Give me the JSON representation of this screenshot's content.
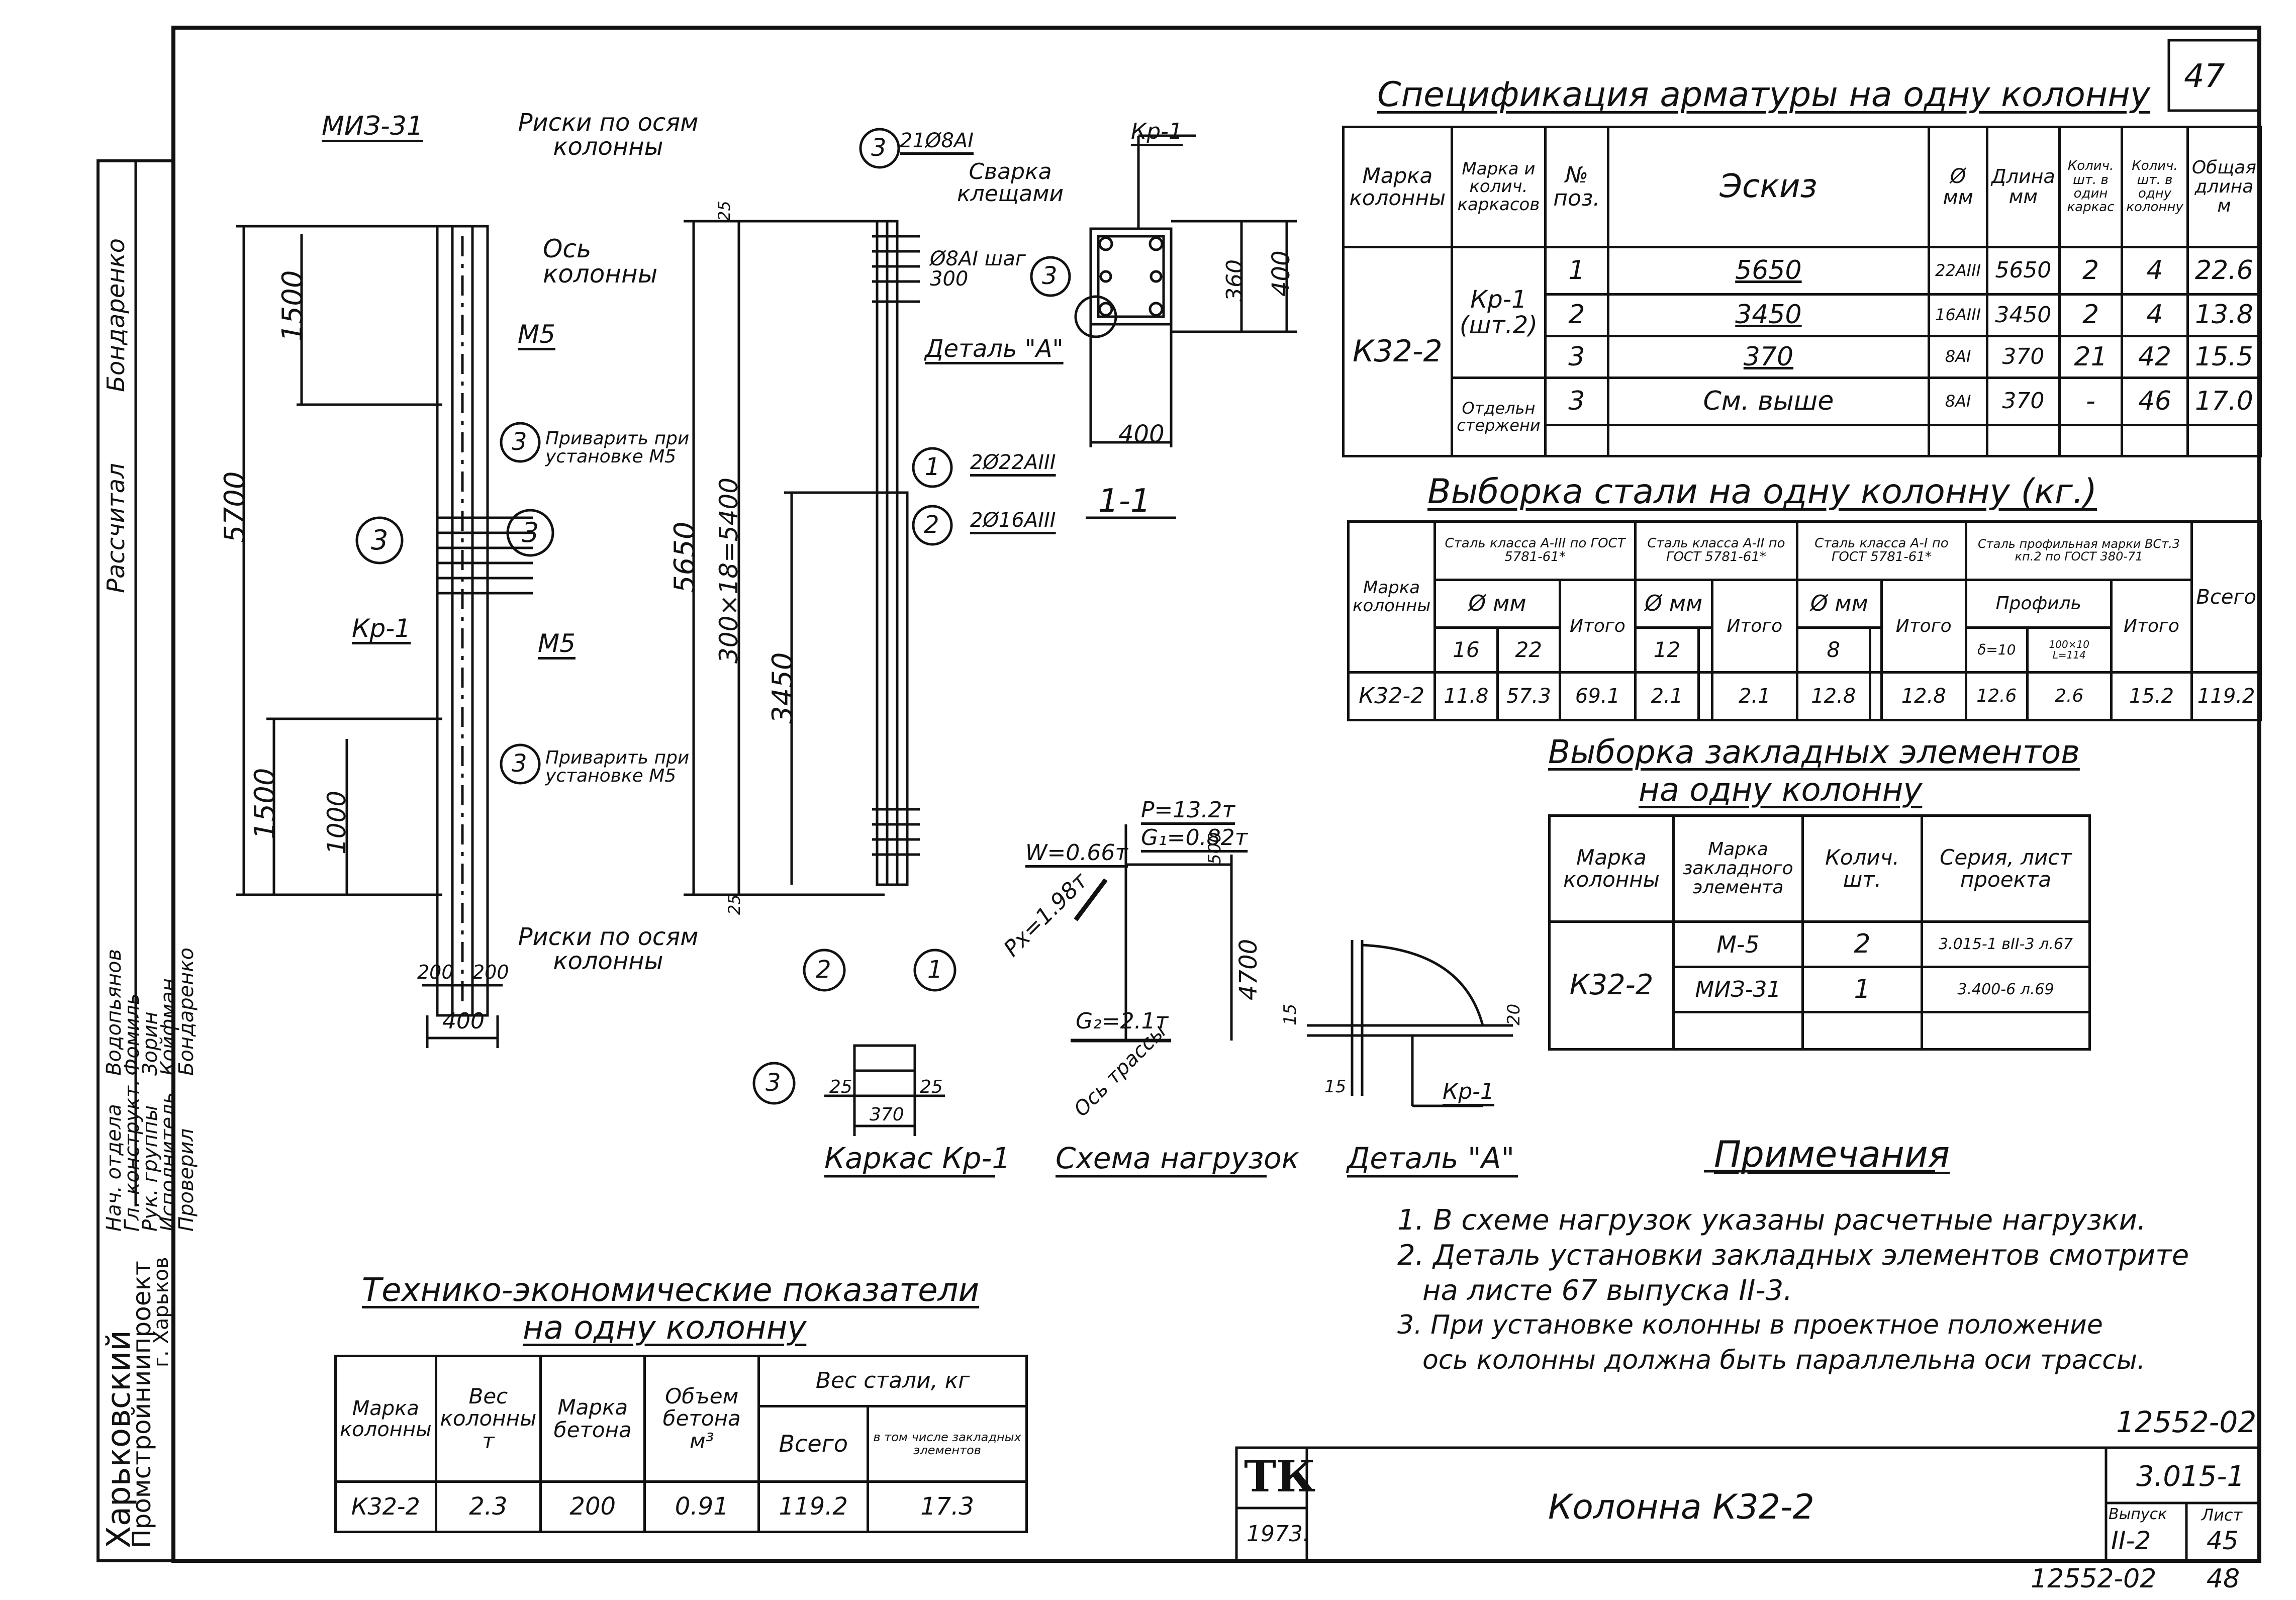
{
  "sheet_no_top": "47",
  "spec": {
    "title": "Спецификация арматуры на одну колонну",
    "headers": [
      "Марка колонны",
      "Марка и колич. каркасов",
      "№ поз.",
      "Эскиз",
      "Ø мм",
      "Длина мм",
      "Колич. шт. в один каркас",
      "Колич. шт. в одну колонну",
      "Общая длина м"
    ],
    "mark": "К32-2",
    "frame": "Кр-1",
    "frame_qty": "(шт.2)",
    "rows": [
      {
        "pos": "1",
        "sketch": "5650",
        "dia": "22АIII",
        "len": "5650",
        "q1": "2",
        "q2": "4",
        "total": "22.6"
      },
      {
        "pos": "2",
        "sketch": "3450",
        "dia": "16АIII",
        "len": "3450",
        "q1": "2",
        "q2": "4",
        "total": "13.8"
      },
      {
        "pos": "3",
        "sketch": "370",
        "dia": "8АI",
        "len": "370",
        "q1": "21",
        "q2": "42",
        "total": "15.5"
      },
      {
        "pos": "3",
        "sketch": "См. выше",
        "dia": "8АI",
        "len": "370",
        "q1": "-",
        "q2": "46",
        "total": "17.0"
      }
    ],
    "separate": "Отдельн стержени"
  },
  "steel": {
    "title": "Выборка стали на одну колонну (кг.)",
    "h_mark": "Марка колонны",
    "groups": [
      "Сталь класса А-III по ГОСТ 5781-61*",
      "Сталь класса А-II по ГОСТ 5781-61*",
      "Сталь класса А-I по ГОСТ 5781-61*",
      "Сталь профильная марки ВСт.3 кп.2 по ГОСТ 380-71"
    ],
    "dmm": "Ø мм",
    "profile": "Профиль",
    "itogo": "Итого",
    "vsego": "Всего",
    "sub": [
      "16",
      "22",
      "12",
      "8",
      "δ=10",
      "100×10 L=114"
    ],
    "row": [
      "К32-2",
      "11.8",
      "57.3",
      "69.1",
      "2.1",
      "2.1",
      "12.8",
      "12.8",
      "12.6",
      "2.6",
      "15.2",
      "119.2"
    ]
  },
  "embedded": {
    "title1": "Выборка закладных элементов",
    "title2": "на одну колонну",
    "headers": [
      "Марка колонны",
      "Марка закладного элемента",
      "Колич. шт.",
      "Серия, лист проекта"
    ],
    "mark": "К32-2",
    "rows": [
      {
        "el": "М-5",
        "qty": "2",
        "series": "3.015-1 вII-3 л.67"
      },
      {
        "el": "МИЗ-31",
        "qty": "1",
        "series": "3.400-6 л.69"
      }
    ]
  },
  "tep": {
    "title1": "Технико-экономические показатели",
    "title2": "на одну колонну",
    "headers": [
      "Марка колонны",
      "Вес колонны т",
      "Марка бетона",
      "Объем бетона м³",
      "Вес стали, кг",
      "Всего",
      "в том числе закладных элементов"
    ],
    "row": [
      "К32-2",
      "2.3",
      "200",
      "0.91",
      "119.2",
      "17.3"
    ]
  },
  "notes": {
    "title": "Примечания",
    "items": [
      "1. В схеме нагрузок указаны расчетные нагрузки.",
      "2. Деталь установки закладных элементов смотрите",
      "на листе 67 выпуска II-3.",
      "3. При установке колонны в проектное положение",
      "ось колонны должна быть параллельна оси трассы."
    ]
  },
  "stamp": {
    "logo": "ТК",
    "year": "1973.",
    "name": "Колонна К32-2",
    "series": "3.015-1",
    "vyp_label": "Выпуск",
    "vyp": "II-2",
    "list_label": "Лист",
    "list": "45",
    "doc": "12552-02",
    "bottom_doc": "12552-02",
    "bottom_page": "48"
  },
  "left_stamp": {
    "org1": "Харьковский",
    "org2": "Промстройниипроект",
    "city": "г. Харьков",
    "roles": [
      "Нач. отдела",
      "Гл. конструкт.",
      "Рук. группы",
      "Исполнитель",
      "Проверил"
    ],
    "names": [
      "Водопьянов",
      "Фомиль",
      "Зорин",
      "Койфман",
      "Бондаренко"
    ],
    "calc": "Рассчитал",
    "calc_name": "Бондаренко"
  },
  "drawing": {
    "miz": "МИЗ-31",
    "risks_top": "Риски по осям колонны",
    "axis": "Ось колонны",
    "m5a": "М5",
    "m5b": "М5",
    "weld1": "Приварить при установке М5",
    "weld2": "Приварить при установке М5",
    "kr1": "Кр-1",
    "risks_bottom": "Риски по осям колонны",
    "dim_5700": "5700",
    "dim_1500a": "1500",
    "dim_1500b": "1500",
    "dim_1000": "1000",
    "dim_400": "400",
    "dim_200a": "200",
    "dim_200b": "200",
    "dim_5650": "5650",
    "dim_5400": "300×18=5400",
    "dim_3450": "3450",
    "dim_25a": "25",
    "dim_25b": "25",
    "rebar1": "2Ø22АIII",
    "rebar2": "2Ø16АIII",
    "stirrup": "21Ø8АI",
    "welding": "Сварка клещами",
    "step": "Ø8АI шаг 300",
    "detail_a": "Деталь \"А\"",
    "kr1b": "Кр-1",
    "sec_400a": "400",
    "sec_400b": "400",
    "sec_360": "360",
    "section": "1-1",
    "load_p": "P=13.2т",
    "load_g1": "G₁=0.82т",
    "load_w": "W=0.66т",
    "load_px": "Pх=1.98т",
    "load_g2": "G₂=2.1т",
    "dim_4700": "4700",
    "dim_500": "500",
    "track_axis": "Ось трассы",
    "cage_370": "370",
    "cage_25a": "25",
    "cage_25b": "25",
    "caption_cage": "Каркас Кр-1",
    "caption_load": "Схема нагрузок",
    "caption_detail": "Деталь \"А\"",
    "det_15a": "15",
    "det_15b": "15",
    "det_20": "20",
    "det_kr1": "Кр-1",
    "callouts": [
      "3",
      "3",
      "3",
      "3",
      "3",
      "3",
      "1",
      "2",
      "2",
      "1",
      "3"
    ]
  }
}
